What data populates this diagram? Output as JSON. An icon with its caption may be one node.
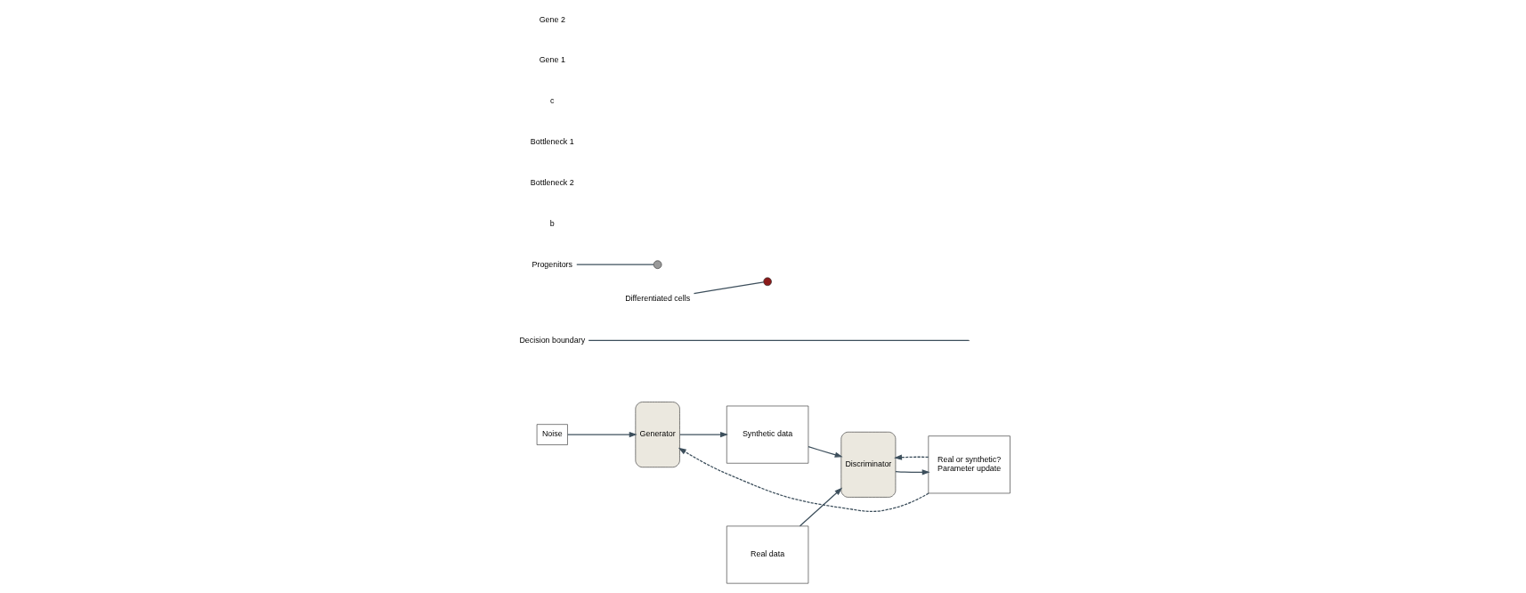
{
  "diagram": {
    "nodes": [
      {
        "text": [
          "Noise"
        ]
      },
      {
        "text": [
          "Generator"
        ]
      },
      {
        "text": [
          "Synthetic data"
        ]
      },
      {
        "text": [
          "Real data"
        ]
      },
      {
        "text": [
          "Discriminator"
        ]
      },
      {
        "text": [
          "Real or synthetic?",
          "Parameter update"
        ]
      },
      {
        "text": [
          "Decision boundary"
        ]
      },
      {
        "text": [
          "Progenitors"
        ]
      },
      {
        "text": [],
        "shape": "circle"
      },
      {
        "text": [
          "Differentiated cells"
        ]
      },
      {
        "text": [],
        "shape": "circle"
      }
    ],
    "edges": [
      {
        "from": 0,
        "to": 1,
        "arrow": "to"
      },
      {
        "from": 1,
        "to": 2,
        "arrow": "to"
      },
      {
        "from": 3,
        "to": 4,
        "arrow": "to"
      },
      {
        "from": 2,
        "to": 4,
        "arrow": "to"
      },
      {
        "from": 4,
        "to": 5,
        "arrow": "to"
      },
      {
        "from": 5,
        "to": 4,
        "arrow": "to",
        "style": "dashed"
      },
      {
        "from": 5,
        "to": 1,
        "arrow": "to",
        "style": "dashed"
      },
      {
        "from": 6,
        "to": null,
        "arrow": "none"
      },
      {
        "from": 7,
        "to": 8,
        "arrow": "none"
      },
      {
        "from": 9,
        "to": 10,
        "arrow": "none"
      }
    ],
    "labels": [
      "b",
      "Bottleneck 2",
      "Bottleneck 1",
      "c",
      "Gene 1",
      "Gene 2"
    ]
  }
}
